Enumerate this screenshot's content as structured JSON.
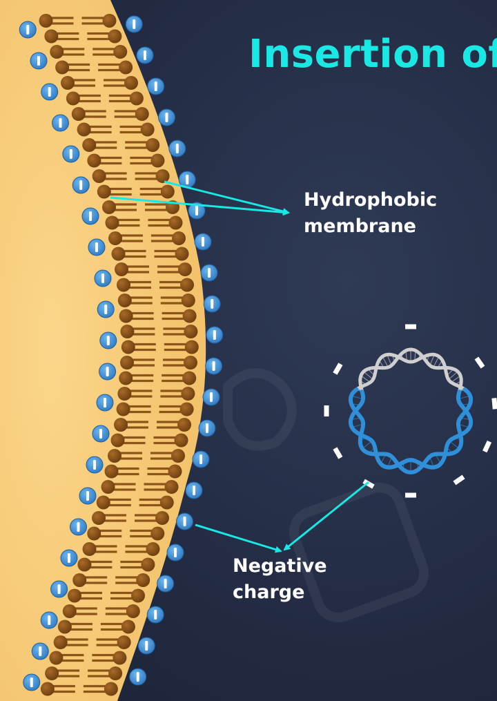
{
  "title": "Insertion of",
  "labels": {
    "hydrophobic": [
      "Hydrophobic",
      "membrane"
    ],
    "negative": [
      "Negative",
      "charge"
    ]
  },
  "colors": {
    "background": "#232c44",
    "title": "#19e8e4",
    "arrow": "#19e8e4",
    "cytoplasm": "#f6c978",
    "lipid_head": "#8c5418",
    "lipid_tail": "#d9a24a",
    "charge_bead": "#4a98d8",
    "dna_front": "#2f8fd8",
    "dna_back": "#cfcfcf"
  }
}
